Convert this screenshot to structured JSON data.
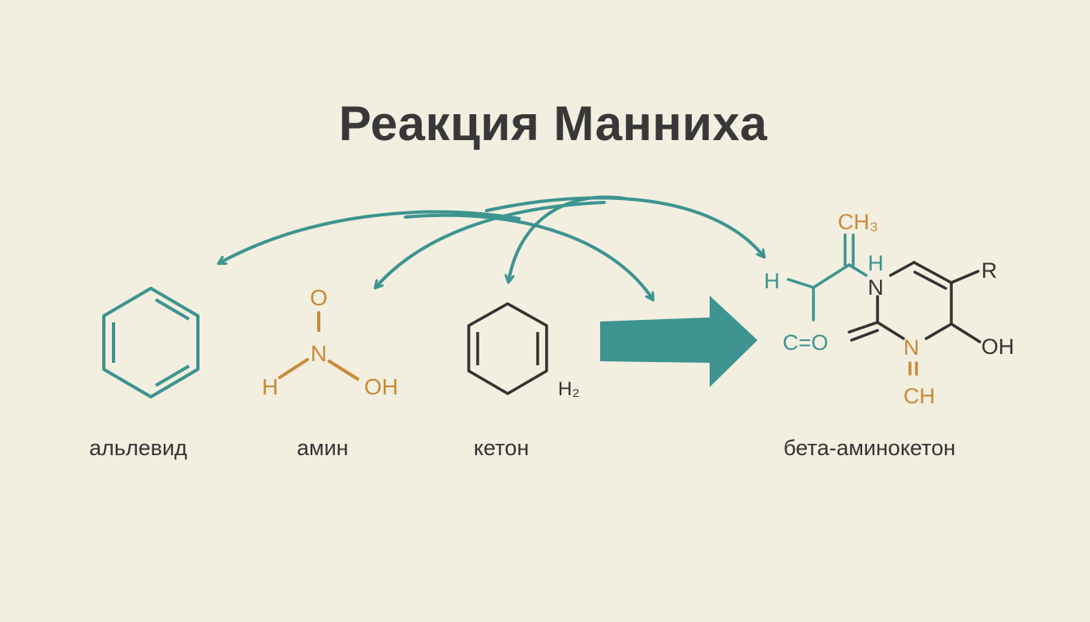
{
  "title": "Реакция Манниха",
  "colors": {
    "background": "#f3efe0",
    "teal": "#3d9490",
    "orange": "#c98a3a",
    "dark": "#383838"
  },
  "reactants": [
    {
      "label": "альлевид",
      "structure": "benzene-ring"
    },
    {
      "label": "амин",
      "atoms": {
        "o": "O",
        "n": "N",
        "h": "H",
        "oh": "OH"
      }
    },
    {
      "label": "кетон",
      "atoms": {
        "h2": "H₂"
      }
    }
  ],
  "product": {
    "label": "бета-аминокетон",
    "atoms": {
      "ch3": "CH₃",
      "h": "H",
      "n_top": "N",
      "h_on_n": "H",
      "r": "R",
      "co": "C=O",
      "n_mid": "N",
      "oh": "OH",
      "eq": "=",
      "ch": "CH"
    }
  }
}
